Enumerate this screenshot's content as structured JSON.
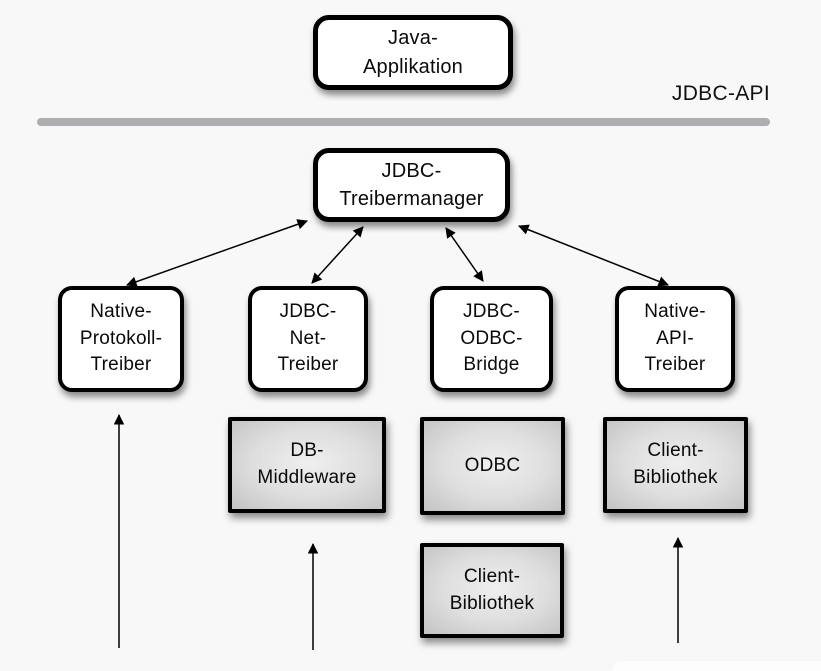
{
  "colors": {
    "background": "#f8f8f8",
    "box_fill": "#ffffff",
    "box_border": "#000000",
    "gray_box_center": "#efefef",
    "gray_box_edge": "#c3c3c3",
    "divider_line": "#aeaeb0",
    "arrow": "#000000",
    "text": "#0a0a0a"
  },
  "api_divider": {
    "label": "JDBC-API"
  },
  "nodes": {
    "java_application": {
      "label": "Java-\nApplikation"
    },
    "jdbc_treibermanager": {
      "label": "JDBC-\nTreibermanager"
    },
    "native_protokoll_treiber": {
      "label": "Native-\nProtokoll-\nTreiber"
    },
    "jdbc_net_treiber": {
      "label": "JDBC-\nNet-\nTreiber"
    },
    "jdbc_odbc_bridge": {
      "label": "JDBC-\nODBC-\nBridge"
    },
    "native_api_treiber": {
      "label": "Native-\nAPI-\nTreiber"
    },
    "db_middleware": {
      "label": "DB-\nMiddleware"
    },
    "odbc": {
      "label": "ODBC"
    },
    "client_bibliothek_native": {
      "label": "Client-\nBibliothek"
    },
    "client_bibliothek_odbc": {
      "label": "Client-\nBibliothek"
    }
  }
}
